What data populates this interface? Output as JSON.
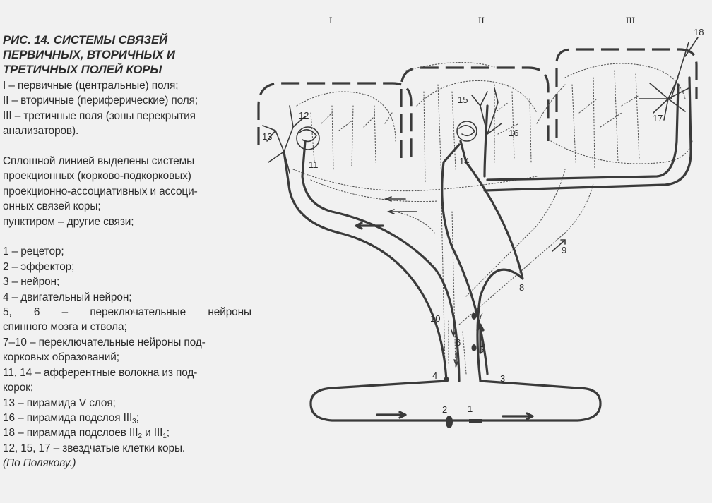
{
  "title": "Рис. 14. СИСТЕМЫ СВЯЗЕЙ ПЕРВИЧНЫХ, ВТОРИЧНЫХ И ТРЕТИЧНЫХ ПОЛЕЙ КОРЫ",
  "title_lines": [
    "Рис. 14. СИСТЕМЫ СВЯЗЕЙ",
    "ПЕРВИЧНЫХ, ВТОРИЧНЫХ И",
    "ТРЕТИЧНЫХ ПОЛЕЙ КОРЫ"
  ],
  "field_types": [
    "I – первичные (центральные) поля;",
    "II – вторичные (периферические) поля;",
    "III – третичные поля (зоны перекрытия",
    "анализаторов)."
  ],
  "line_notes": [
    "Сплошной линией выделены системы",
    "проекционных (корково-подкорковых)",
    "проекционно-ассоциативных и ассоци-",
    "онных связей коры;",
    "пунктиром – другие связи;"
  ],
  "items": [
    "1 – рецетор;",
    "2 – эффектор;",
    "3 – нейрон;",
    "4 – двигательный нейрон;",
    "5, 6 – переключательные нейроны",
    "спинного мозга и ствола;",
    "7–10 – переключательные нейроны под-",
    "корковых образований;",
    "11, 14 – афферентные волокна из под-",
    "корок;",
    "13 – пирамида V слоя;"
  ],
  "item16": {
    "text": "16 – пирамида подслоя III",
    "sub": "3",
    "tail": ";"
  },
  "item18": {
    "text": "18 – пирамида подслоев III",
    "sub1": "2",
    "mid": " и III",
    "sub2": "1",
    "tail": ";"
  },
  "item_stellate": "12, 15, 17 – звездчатые клетки коры.",
  "source": "(По Полякову.)",
  "column_labels": [
    "I",
    "II",
    "III"
  ],
  "diagram_labels": {
    "n1": "1",
    "n2": "2",
    "n3": "3",
    "n4": "4",
    "n5": "5",
    "n6": "6",
    "n7": "7",
    "n8": "8",
    "n9": "9",
    "n10": "10",
    "n11": "11",
    "n12": "12",
    "n13": "13",
    "n14": "14",
    "n15": "15",
    "n16": "16",
    "n17": "17",
    "n18": "18"
  },
  "colors": {
    "background": "#f1f1f1",
    "ink": "#2b2b2b"
  }
}
